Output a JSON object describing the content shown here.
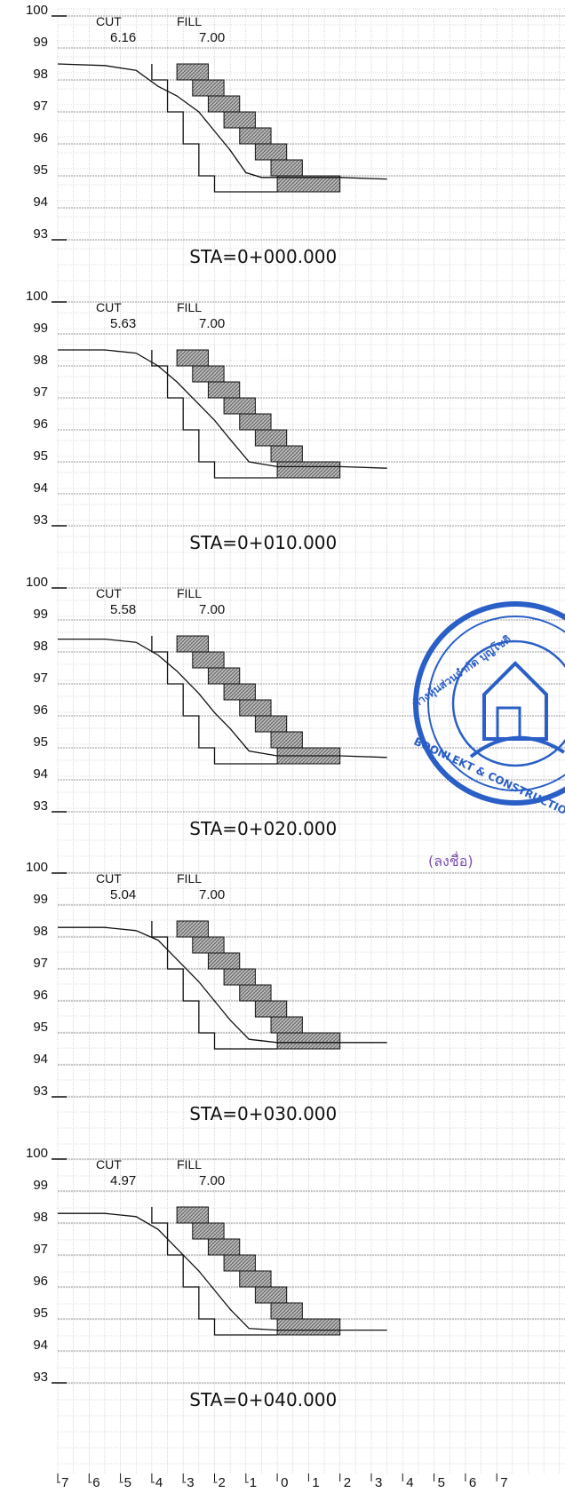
{
  "sheet": {
    "y_axis_ticks": [
      "100",
      "99",
      "98",
      "97",
      "96",
      "95",
      "94",
      "93"
    ],
    "x_axis_ticks": [
      "-7",
      "-6",
      "-5",
      "-4",
      "-3",
      "-2",
      "-1",
      "0",
      "1",
      "2",
      "3",
      "4",
      "5",
      "6",
      "7"
    ],
    "cut_label": "CUT",
    "fill_label": "FILL"
  },
  "sections": [
    {
      "station": "STA=0+000.000",
      "cut": "6.16",
      "fill": "7.00",
      "existing_ground": [
        [
          -7,
          98.5
        ],
        [
          -5.5,
          98.45
        ],
        [
          -4.5,
          98.3
        ],
        [
          -3.8,
          97.8
        ],
        [
          -3.2,
          97.5
        ],
        [
          -2.5,
          97.0
        ],
        [
          -2.0,
          96.4
        ],
        [
          -1.5,
          95.8
        ],
        [
          -1.0,
          95.1
        ],
        [
          -0.5,
          94.95
        ],
        [
          0,
          94.95
        ],
        [
          1,
          94.95
        ],
        [
          2,
          94.95
        ],
        [
          3.5,
          94.9
        ]
      ]
    },
    {
      "station": "STA=0+010.000",
      "cut": "5.63",
      "fill": "7.00",
      "existing_ground": [
        [
          -7,
          98.5
        ],
        [
          -5.5,
          98.5
        ],
        [
          -4.5,
          98.4
        ],
        [
          -3.8,
          98.0
        ],
        [
          -3.2,
          97.5
        ],
        [
          -2.5,
          96.8
        ],
        [
          -2.0,
          96.3
        ],
        [
          -1.5,
          95.7
        ],
        [
          -0.9,
          95.0
        ],
        [
          0,
          94.85
        ],
        [
          1,
          94.85
        ],
        [
          2,
          94.85
        ],
        [
          3.5,
          94.8
        ]
      ]
    },
    {
      "station": "STA=0+020.000",
      "cut": "5.58",
      "fill": "7.00",
      "existing_ground": [
        [
          -7,
          98.4
        ],
        [
          -5.5,
          98.4
        ],
        [
          -4.5,
          98.3
        ],
        [
          -3.8,
          97.9
        ],
        [
          -3.2,
          97.4
        ],
        [
          -2.5,
          96.7
        ],
        [
          -2.0,
          96.1
        ],
        [
          -1.5,
          95.6
        ],
        [
          -0.9,
          94.9
        ],
        [
          0,
          94.75
        ],
        [
          1,
          94.75
        ],
        [
          2,
          94.75
        ],
        [
          3.5,
          94.7
        ]
      ]
    },
    {
      "station": "STA=0+030.000",
      "cut": "5.04",
      "fill": "7.00",
      "existing_ground": [
        [
          -7,
          98.3
        ],
        [
          -5.5,
          98.3
        ],
        [
          -4.5,
          98.2
        ],
        [
          -3.8,
          97.9
        ],
        [
          -3.2,
          97.3
        ],
        [
          -2.5,
          96.6
        ],
        [
          -2.0,
          96.0
        ],
        [
          -1.5,
          95.4
        ],
        [
          -0.9,
          94.8
        ],
        [
          0,
          94.7
        ],
        [
          1,
          94.7
        ],
        [
          2,
          94.7
        ],
        [
          3.5,
          94.7
        ]
      ]
    },
    {
      "station": "STA=0+040.000",
      "cut": "4.97",
      "fill": "7.00",
      "existing_ground": [
        [
          -7,
          98.3
        ],
        [
          -5.5,
          98.3
        ],
        [
          -4.5,
          98.2
        ],
        [
          -3.8,
          97.8
        ],
        [
          -3.2,
          97.2
        ],
        [
          -2.5,
          96.5
        ],
        [
          -2.0,
          95.9
        ],
        [
          -1.5,
          95.3
        ],
        [
          -0.9,
          94.7
        ],
        [
          0,
          94.65
        ],
        [
          1,
          94.65
        ],
        [
          2,
          94.65
        ],
        [
          3.5,
          94.65
        ]
      ]
    }
  ],
  "stamp": {
    "ring_text_top": "ห้างหุ้นส่วนจำกัด บุญโชติ",
    "ring_text_bottom": "BOONLEKT & CONSTRUCTION",
    "signature_line": "(ลงชื่อ)",
    "color": "#2a5fc7"
  },
  "colors": {
    "grid": "#9a9a9a",
    "line": "#111111",
    "fill_hatch": "#8c8c8c",
    "stamp": "#2a5fc7"
  }
}
